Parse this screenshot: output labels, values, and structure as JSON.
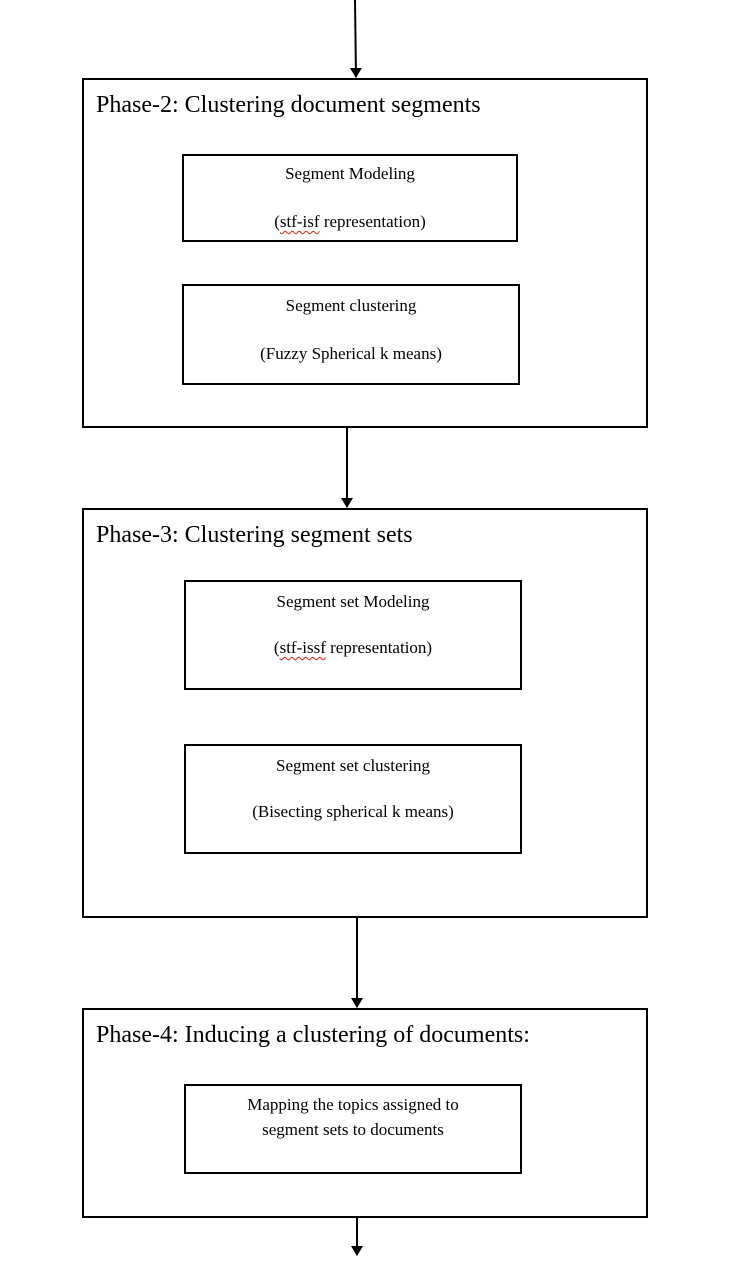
{
  "phases": [
    {
      "title": "Phase-2: Clustering document segments",
      "steps": [
        {
          "title": "Segment Modeling",
          "detail_prefix": "(",
          "detail_flag": "stf-isf",
          "detail_suffix": " representation)"
        },
        {
          "title": "Segment clustering",
          "detail": "(Fuzzy Spherical k means)"
        }
      ]
    },
    {
      "title": "Phase-3: Clustering segment sets",
      "steps": [
        {
          "title": "Segment set Modeling",
          "detail_prefix": "(",
          "detail_flag": "stf-issf",
          "detail_suffix": " representation)"
        },
        {
          "title": "Segment set clustering",
          "detail": "(Bisecting spherical k means)"
        }
      ]
    },
    {
      "title": "Phase-4: Inducing a clustering of documents:",
      "steps": [
        {
          "line1": "Mapping the topics assigned to",
          "line2": "segment sets to documents"
        }
      ]
    }
  ],
  "colors": {
    "stroke": "#000000",
    "spellcheck_underline": "#e0201a"
  }
}
